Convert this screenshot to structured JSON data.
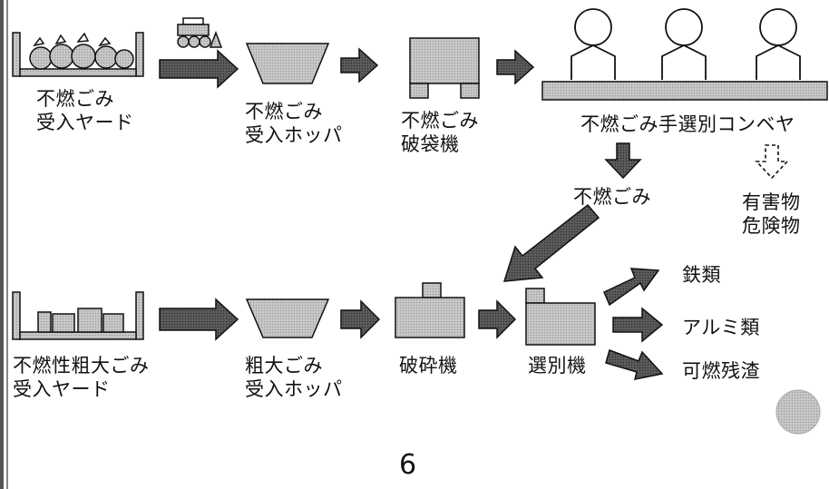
{
  "top_row": {
    "yard_label": [
      "不燃ごみ",
      "受入ヤード"
    ],
    "hopper_label": [
      "不燃ごみ",
      "受入ホッパ"
    ],
    "crusher_label": [
      "不燃ごみ",
      "破袋機"
    ],
    "conveyor_label": "不燃ごみ手選別コンベヤ",
    "output_incombustible": "不燃ごみ",
    "output_hazardous": [
      "有害物",
      "危険物"
    ]
  },
  "bottom_row": {
    "yard_label": [
      "不燃性粗大ごみ",
      "受入ヤード"
    ],
    "hopper_label": [
      "粗大ごみ",
      "受入ホッパ"
    ],
    "crusher_label": "破砕機",
    "separator_label": "選別機",
    "outputs": [
      "鉄類",
      "アルミ類",
      "可燃残渣"
    ]
  },
  "page_number": "6",
  "colors": {
    "fill": "#bdbdbd",
    "fill_dark": "#8a8a8a",
    "arrow": "#444444",
    "stroke": "#111111"
  }
}
